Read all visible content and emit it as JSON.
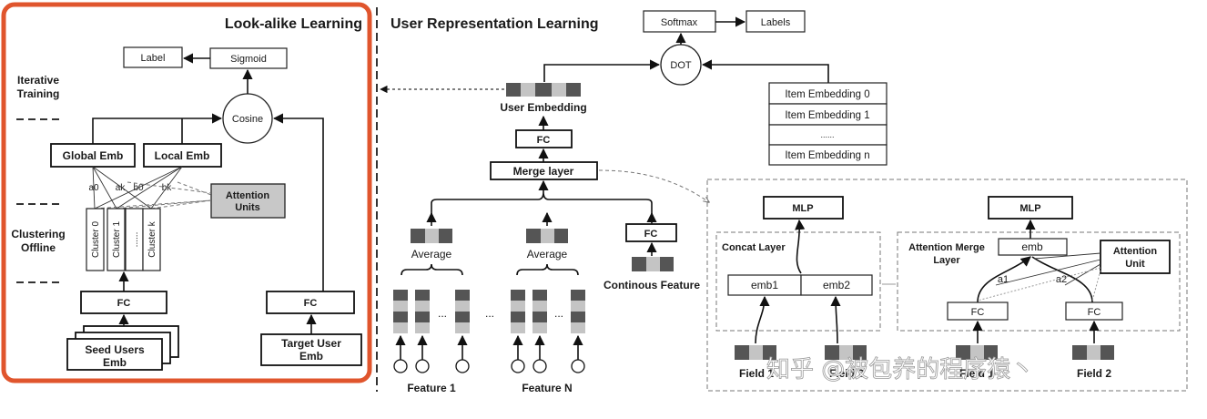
{
  "lookalike": {
    "title": "Look-alike Learning",
    "iterative_training": [
      "Iterative",
      "Training"
    ],
    "clustering_offline": [
      "Clustering",
      "Offline"
    ],
    "label": "Label",
    "sigmoid": "Sigmoid",
    "cosine": "Cosine",
    "global_emb": "Global Emb",
    "local_emb": "Local Emb",
    "attention_units": [
      "Attention",
      "Units"
    ],
    "weights": [
      "a0",
      "ak",
      "b0",
      "bk"
    ],
    "clusters": [
      "Cluster 0",
      "Cluster 1",
      "......",
      "Cluster k"
    ],
    "fc": "FC",
    "seed_users": [
      "Seed Users",
      "Emb"
    ],
    "target_user": [
      "Target User",
      "Emb"
    ]
  },
  "user_rep": {
    "title": "User Representation Learning",
    "softmax": "Softmax",
    "labels": "Labels",
    "dot": "DOT",
    "user_embedding": "User Embedding",
    "item_embeddings": [
      "Item Embedding 0",
      "Item Embedding 1",
      "......",
      "Item Embedding n"
    ],
    "fc": "FC",
    "merge_layer": "Merge layer",
    "average": "Average",
    "continuous_feature": "Continous Feature",
    "ellipsis": "...",
    "feature_1": "Feature 1",
    "feature_n": "Feature N"
  },
  "merge_detail": {
    "mlp": "MLP",
    "concat_layer": "Concat Layer",
    "emb1": "emb1",
    "emb2": "emb2",
    "field_1": "Field 1",
    "field_2": "Field 2",
    "attention_merge_layer": [
      "Attention Merge",
      "Layer"
    ],
    "emb": "emb",
    "attention_unit": [
      "Attention",
      "Unit"
    ],
    "a1": "a1",
    "a2": "a2",
    "fc": "FC"
  },
  "watermark": "知乎 @被包养的程序猿丶",
  "colors": {
    "frame": "#e0552d",
    "dark_cell": "#555555",
    "light_cell": "#c4c4c4",
    "attention_fill": "#c8c8c8"
  }
}
